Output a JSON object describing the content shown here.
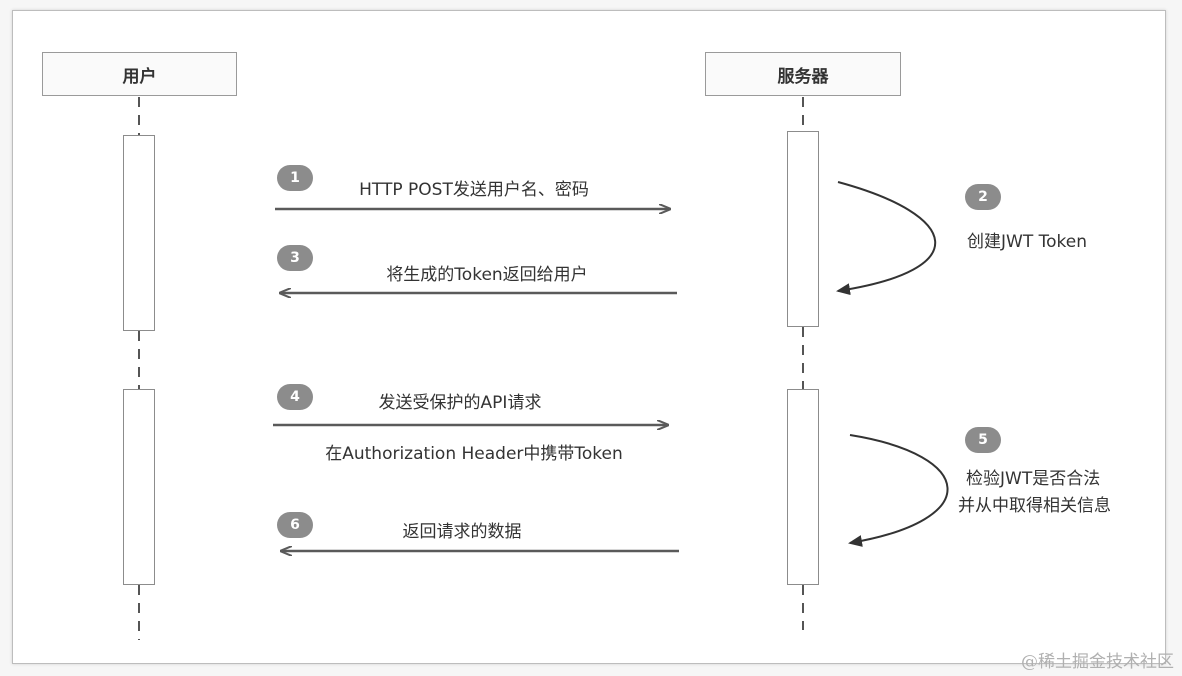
{
  "actors": {
    "user": "用户",
    "server": "服务器"
  },
  "steps": [
    {
      "num": "1",
      "label": "HTTP POST发送用户名、密码"
    },
    {
      "num": "2",
      "label": "创建JWT Token"
    },
    {
      "num": "3",
      "label": "将生成的Token返回给用户"
    },
    {
      "num": "4",
      "label": "发送受保护的API请求",
      "label2": "在Authorization Header中携带Token"
    },
    {
      "num": "5",
      "label": "检验JWT是否合法",
      "label2": "并从中取得相关信息"
    },
    {
      "num": "6",
      "label": "返回请求的数据"
    }
  ],
  "watermark": "@稀土掘金技术社区",
  "colors": {
    "line": "#5a5a5a",
    "badge": "#8c8c8c",
    "box_border": "#9a9a9a"
  }
}
